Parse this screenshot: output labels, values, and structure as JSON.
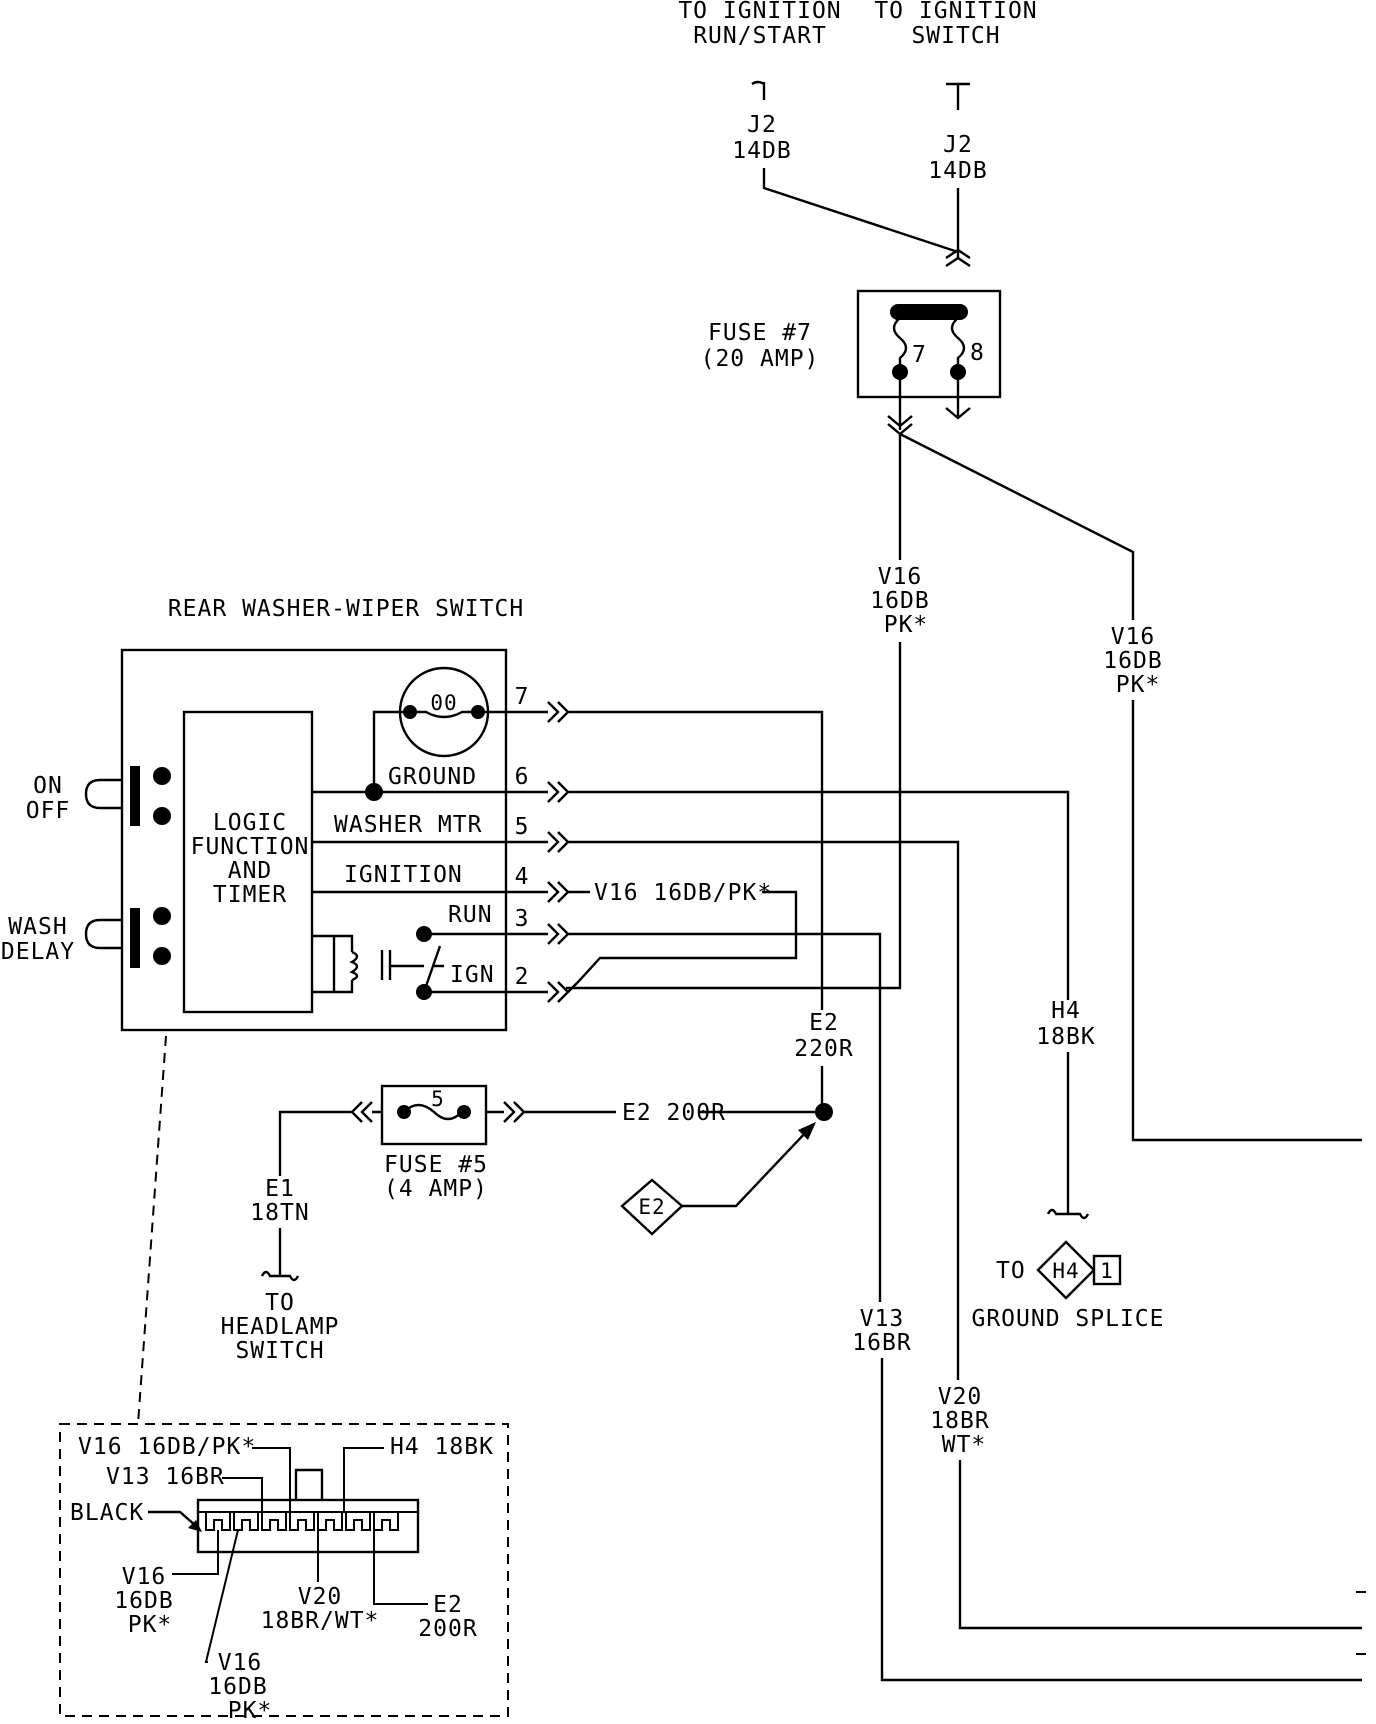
{
  "top_labels": {
    "ign_run_start": [
      "TO IGNITION",
      "RUN/START"
    ],
    "ign_switch": [
      "TO IGNITION",
      "SWITCH"
    ]
  },
  "wires": {
    "j2_left": [
      "J2",
      "14DB"
    ],
    "j2_right": [
      "J2",
      "14DB"
    ],
    "v16_a": [
      "V16",
      "16DB",
      "PK*"
    ],
    "v16_b": [
      "V16",
      "16DB",
      "PK*"
    ],
    "v16_pin4": "V16 16DB/PK*",
    "e2_220r": [
      "E2",
      "220R"
    ],
    "e2_200r": "E2 200R",
    "e1_18tn": [
      "E1",
      "18TN"
    ],
    "h4_18bk": [
      "H4",
      "18BK"
    ],
    "v13_16br": [
      "V13",
      "16BR"
    ],
    "v20_18br": [
      "V20",
      "18BR",
      "WT*"
    ]
  },
  "fuse7": {
    "label": [
      "FUSE #7",
      "(20 AMP)"
    ],
    "pin_a": "7",
    "pin_b": "8"
  },
  "fuse5": {
    "label": [
      "FUSE #5",
      "(4 AMP)"
    ],
    "pin": "5"
  },
  "switch": {
    "title": "REAR WASHER-WIPER SWITCH",
    "logic": [
      "LOGIC",
      "FUNCTION",
      "AND",
      "TIMER"
    ],
    "on_off": [
      "ON",
      "OFF"
    ],
    "wash_delay": [
      "WASH",
      "DELAY"
    ],
    "motor_symbol": "00",
    "internal": {
      "ground": "GROUND",
      "washer_mtr": "WASHER MTR",
      "ignition": "IGNITION",
      "run": "RUN",
      "ign": "IGN"
    },
    "pins": [
      "7",
      "6",
      "5",
      "4",
      "3",
      "2"
    ]
  },
  "bottom_labels": {
    "headlamp": [
      "TO",
      "HEADLAMP",
      "SWITCH"
    ],
    "to": "TO",
    "h4_tag": "H4",
    "h4_pin": "1",
    "ground_splice": "GROUND SPLICE",
    "e2_tag": "E2"
  },
  "connector_view": {
    "v16_top": "V16 16DB/PK*",
    "h4": "H4 18BK",
    "v13": "V13 16BR",
    "black": "BLACK",
    "v16_left": [
      "V16",
      "16DB",
      "PK*"
    ],
    "v20": [
      "V20",
      "18BR/WT*"
    ],
    "e2": [
      "E2",
      "200R"
    ],
    "v16_bottom": [
      "V16",
      "16DB",
      "PK*"
    ]
  }
}
